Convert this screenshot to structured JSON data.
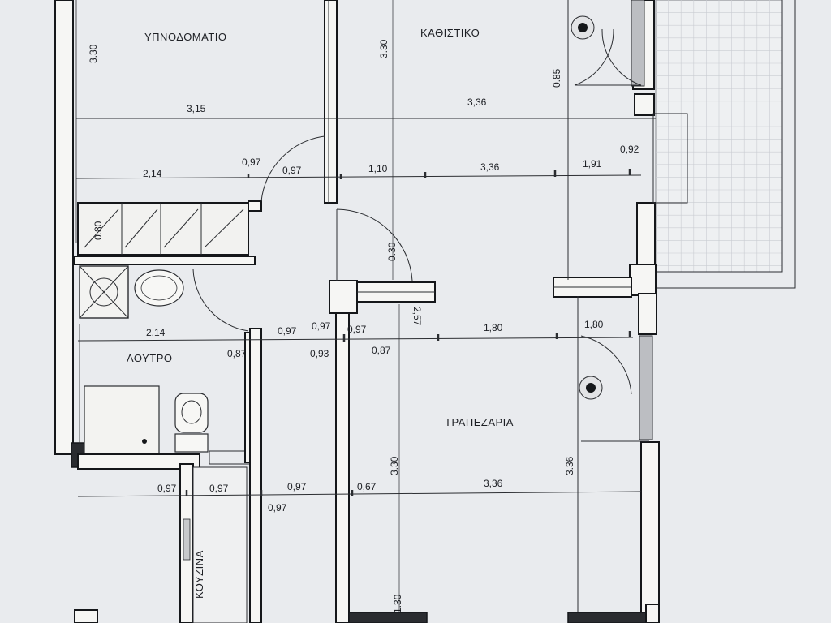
{
  "rooms": {
    "bedroom": "ΥΠΝΟΔΟΜΑΤΙΟ",
    "living": "ΚΑΘΙΣΤΙΚΟ",
    "bathroom": "ΛΟΥΤΡΟ",
    "dining": "ΤΡΑΠΕΖΑΡΙΑ",
    "kitchen": "ΚΟΥΖΙΝΑ"
  },
  "dimensions": {
    "bedroom_height": "3.30",
    "living_height": "3.30",
    "living_width_top": "3,36",
    "bedroom_width": "3,15",
    "right_wall_085": "0.85",
    "row2_214": "2,14",
    "row2_097a": "0,97",
    "row2_097b": "0,97",
    "row2_110": "1,10",
    "row2_336": "3,36",
    "row2_191": "1,91",
    "right_092": "0,92",
    "closet_080": "0.80",
    "hall_030": "0.30",
    "hall_257": "2,57",
    "bath_214": "2,14",
    "mid_097a": "0,97",
    "mid_097b": "0,97",
    "mid_097c": "0,97",
    "mid_180a": "1,80",
    "mid_180b": "1,80",
    "mid_087a": "0,87",
    "mid_093": "0,93",
    "mid_087b": "0,87",
    "dining_height": "3.30",
    "dining_right": "3.36",
    "bot_097a": "0,97",
    "bot_097b": "0,97",
    "bot_097c": "0,97",
    "bot_067": "0,67",
    "bot_336": "3,36",
    "bot_097d": "0,97",
    "bottom_130": "1.30"
  }
}
